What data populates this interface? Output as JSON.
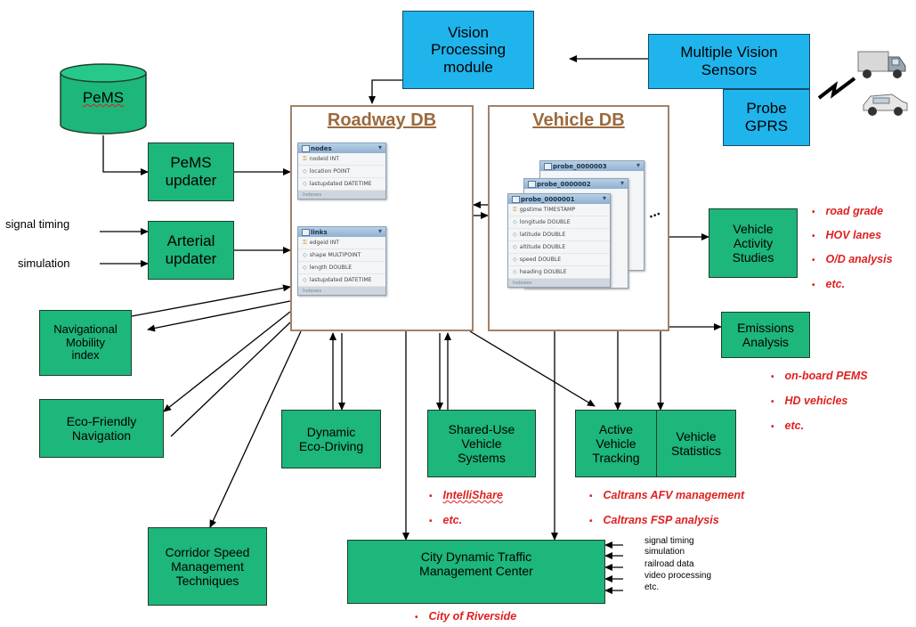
{
  "nodes": {
    "vision_processing": "Vision\nProcessing\nmodule",
    "multiple_sensors": "Multiple Vision\nSensors",
    "probe_gprs": "Probe\nGPRS",
    "pems": "PeMS",
    "pems_updater": "PeMS\nupdater",
    "arterial_updater": "Arterial\nupdater",
    "navigational_mobility": "Navigational\nMobility\nindex",
    "eco_friendly": "Eco-Friendly\nNavigation",
    "corridor_speed": "Corridor Speed\nManagement\nTechniques",
    "dynamic_eco_driving": "Dynamic\nEco-Driving",
    "shared_use": "Shared-Use\nVehicle\nSystems",
    "active_tracking": "Active\nVehicle\nTracking",
    "vehicle_statistics": "Vehicle\nStatistics",
    "vehicle_activity": "Vehicle\nActivity\nStudies",
    "emissions": "Emissions\nAnalysis",
    "city_tmc": "City Dynamic Traffic\nManagement Center"
  },
  "databases": {
    "roadway_title": "Roadway DB",
    "vehicle_title": "Vehicle DB",
    "nodes_table": {
      "name": "nodes",
      "rows": [
        "nodeid INT",
        "location POINT",
        "lastupdated DATETIME"
      ],
      "footer": "Indexes"
    },
    "links_table": {
      "name": "links",
      "rows": [
        "edgeid INT",
        "shape MULTIPOINT",
        "length DOUBLE",
        "lastupdated DATETIME"
      ],
      "footer": "Indexes"
    },
    "probe_tables": [
      "probe_0000003",
      "probe_0000002",
      "probe_0000001"
    ],
    "probe_rows": [
      "gpstime TIMESTAMP",
      "longitude DOUBLE",
      "latitude DOUBLE",
      "altitude DOUBLE",
      "speed DOUBLE",
      "heading DOUBLE"
    ],
    "probe_footer": "Indexes",
    "ellipsis": "..."
  },
  "inputs": {
    "signal_timing": "signal timing",
    "simulation": "simulation"
  },
  "tmc_inputs": [
    "signal timing",
    "simulation",
    "railroad data",
    "video processing",
    "etc."
  ],
  "notes": {
    "vehicle_activity": [
      "road grade",
      "HOV lanes",
      "O/D analysis",
      "etc."
    ],
    "emissions": [
      "on-board PEMS",
      "HD vehicles",
      "etc."
    ],
    "shared_use": [
      "IntelliShare",
      "etc."
    ],
    "tracking": [
      "Caltrans AFV management",
      "Caltrans FSP analysis"
    ],
    "city": [
      "City of Riverside"
    ]
  },
  "colors": {
    "box_green": "#1db67b",
    "box_blue": "#1fb4ec",
    "db_title": "#9c6a3e",
    "note_red": "#e02020"
  },
  "icons": [
    "truck-icon",
    "car-icon",
    "wireless-signal-icon"
  ]
}
